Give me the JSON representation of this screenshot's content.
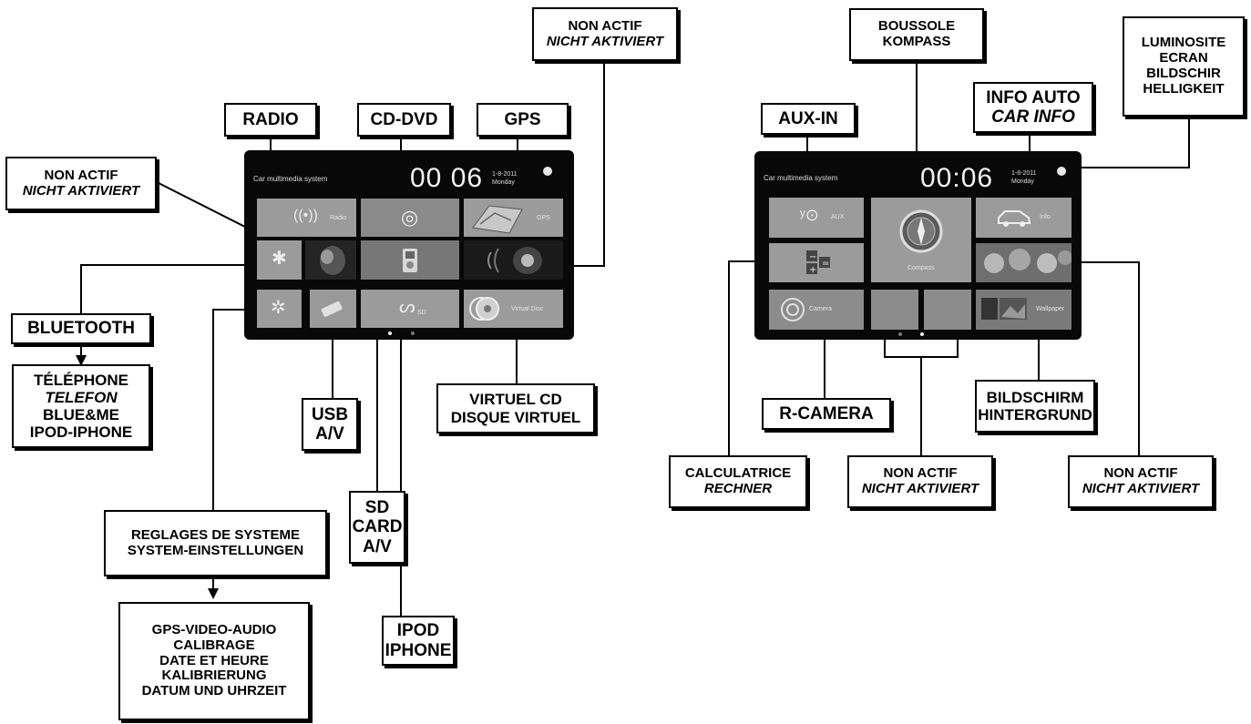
{
  "left_panel": {
    "screen": {
      "title": "Car multimedia system",
      "clock": "00 06",
      "date": "1-8-2011",
      "weekday": "Monday",
      "tiles": [
        {
          "caption": "Radio",
          "icon": "radio-waves-icon"
        },
        {
          "caption": "",
          "icon": "disc-icon"
        },
        {
          "caption": "GPS",
          "icon": "map-icon"
        },
        {
          "caption": "",
          "icon": "bluetooth-icon"
        },
        {
          "caption": "",
          "icon": "music-player-image"
        },
        {
          "caption": "",
          "icon": "ipod-icon"
        },
        {
          "caption": "",
          "icon": "speaker-icon"
        },
        {
          "caption": "",
          "icon": "gear-icon"
        },
        {
          "caption": "",
          "icon": "usb-stick-icon"
        },
        {
          "caption": "SD",
          "icon": "sd-card-icon"
        },
        {
          "caption": "Virtual Disc",
          "icon": "virtual-disc-icon"
        }
      ]
    },
    "labels": {
      "radio": [
        "RADIO"
      ],
      "cd_dvd": [
        "CD-DVD"
      ],
      "gps": [
        "GPS"
      ],
      "non_actif_top": [
        "NON ACTIF",
        "NICHT AKTIVIERT"
      ],
      "non_actif_left": [
        "NON ACTIF",
        "NICHT AKTIVIERT"
      ],
      "bluetooth": [
        "BLUETOOTH"
      ],
      "telephone": [
        "TÉLÉPHONE",
        "TELEFON",
        "BLUE&ME",
        "IPOD-IPHONE"
      ],
      "usb": [
        "USB",
        "A/V"
      ],
      "virtuel_cd": [
        "VIRTUEL CD",
        "DISQUE VIRTUEL"
      ],
      "reglages": [
        "REGLAGES DE SYSTEME",
        "SYSTEM-EINSTELLUNGEN"
      ],
      "sd_card": [
        "SD",
        "CARD",
        "A/V"
      ],
      "gps_video": [
        "GPS-VIDEO-AUDIO",
        "CALIBRAGE",
        "DATE ET HEURE",
        "KALIBRIERUNG",
        "DATUM UND UHRZEIT"
      ],
      "ipod": [
        "IPOD",
        "IPHONE"
      ]
    }
  },
  "right_panel": {
    "screen": {
      "title": "Car multimedia system",
      "clock": "00:06",
      "date": "1-8-2011",
      "weekday": "Monday",
      "tiles": [
        {
          "caption": "AUX",
          "icon": "aux-icon"
        },
        {
          "caption": "Compass",
          "icon": "compass-icon"
        },
        {
          "caption": "Info",
          "icon": "car-icon"
        },
        {
          "caption": "",
          "icon": "calculator-icon"
        },
        {
          "caption": "",
          "icon": "photo-image"
        },
        {
          "caption": "Camera",
          "icon": "camera-icon"
        },
        {
          "caption": "",
          "icon": "blank"
        },
        {
          "caption": "",
          "icon": "blank"
        },
        {
          "caption": "Wallpaper",
          "icon": "wallpaper-icon"
        }
      ]
    },
    "labels": {
      "boussole": [
        "BOUSSOLE",
        "KOMPASS"
      ],
      "luminosite": [
        "LUMINOSITE",
        "ECRAN",
        "BILDSCHIR",
        "HELLIGKEIT"
      ],
      "aux_in": [
        "AUX-IN"
      ],
      "info_auto": [
        "INFO AUTO",
        "CAR INFO"
      ],
      "bildschirm": [
        "BILDSCHIRM",
        "HINTERGRUND"
      ],
      "r_camera": [
        "R-CAMERA"
      ],
      "calculatrice": [
        "CALCULATRICE",
        "RECHNER"
      ],
      "non_actif_mid": [
        "NON ACTIF",
        "NICHT AKTIVIERT"
      ],
      "non_actif_right": [
        "NON ACTIF",
        "NICHT AKTIVIERT"
      ]
    }
  }
}
